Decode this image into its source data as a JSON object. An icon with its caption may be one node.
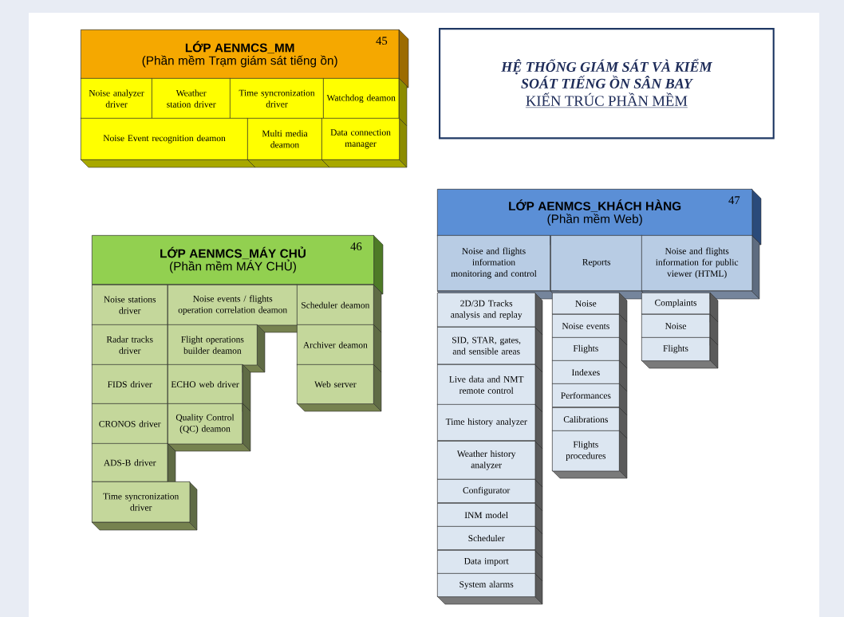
{
  "diagram": {
    "nodes": [
      {
        "text": [
          "LỚP AENMCS_MM",
          "(Phần mềm Trạm giám sát tiếng ồn)",
          "45"
        ]
      },
      {
        "text": [
          "Noise analyzer driver"
        ]
      },
      {
        "text": [
          "Weather station driver"
        ]
      },
      {
        "text": [
          "Time syncronization driver"
        ]
      },
      {
        "text": [
          "Watchdog deamon"
        ]
      },
      {
        "text": [
          "Noise Event recognition deamon"
        ]
      },
      {
        "text": [
          "Multi media deamon"
        ]
      },
      {
        "text": [
          "Data connection manager"
        ]
      },
      {
        "text": [
          "HỆ THỐNG GIÁM SÁT VÀ KIỂM SOÁT TIẾNG ỒN SÂN BAY",
          "KIẾN TRÚC PHẦN MỀM"
        ]
      },
      {
        "text": [
          "LỚP AENMCS_MÁY CHỦ",
          "(Phần mềm MÁY CHỦ)",
          "46"
        ]
      },
      {
        "text": [
          "Noise stations driver"
        ]
      },
      {
        "text": [
          "Noise events / flights operation correlation deamon"
        ]
      },
      {
        "text": [
          "Scheduler deamon"
        ]
      },
      {
        "text": [
          "Radar tracks driver"
        ]
      },
      {
        "text": [
          "Flight operations builder deamon"
        ]
      },
      {
        "text": [
          "Archiver deamon"
        ]
      },
      {
        "text": [
          "FIDS driver"
        ]
      },
      {
        "text": [
          "ECHO web driver"
        ]
      },
      {
        "text": [
          "Web server"
        ]
      },
      {
        "text": [
          "CRONOS driver"
        ]
      },
      {
        "text": [
          "Quality Control (QC) deamon"
        ]
      },
      {
        "text": [
          "ADS-B driver"
        ]
      },
      {
        "text": [
          "Time syncronization driver"
        ]
      },
      {
        "text": [
          "LỚP AENMCS_KHÁCH HÀNG",
          "(Phần mềm Web)",
          "47"
        ]
      },
      {
        "text": [
          "Noise and flights information monitoring and control"
        ]
      },
      {
        "text": [
          "Reports"
        ]
      },
      {
        "text": [
          "Noise and flights information for public viewer (HTML)"
        ]
      },
      {
        "text": [
          "2D/3D Tracks analysis and replay"
        ]
      },
      {
        "text": [
          "SID, STAR, gates, and sensible areas"
        ]
      },
      {
        "text": [
          "Live data and NMT remote control"
        ]
      },
      {
        "text": [
          "Time history analyzer"
        ]
      },
      {
        "text": [
          "Weather history analyzer"
        ]
      },
      {
        "text": [
          "Configurator"
        ]
      },
      {
        "text": [
          "INM model"
        ]
      },
      {
        "text": [
          "Scheduler"
        ]
      },
      {
        "text": [
          "Data import"
        ]
      },
      {
        "text": [
          "System alarms"
        ]
      },
      {
        "text": [
          "Noise"
        ]
      },
      {
        "text": [
          "Noise events"
        ]
      },
      {
        "text": [
          "Flights"
        ]
      },
      {
        "text": [
          "Indexes"
        ]
      },
      {
        "text": [
          "Performances"
        ]
      },
      {
        "text": [
          "Calibrations"
        ]
      },
      {
        "text": [
          "Flights procedures"
        ]
      },
      {
        "text": [
          "Complaints"
        ]
      },
      {
        "text": [
          "Noise"
        ]
      },
      {
        "text": [
          "Flights"
        ]
      }
    ]
  }
}
